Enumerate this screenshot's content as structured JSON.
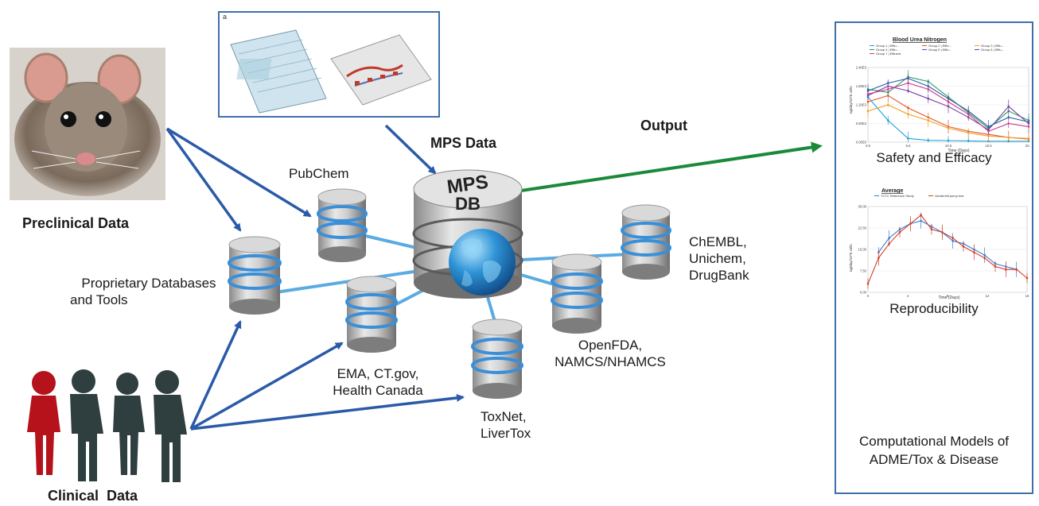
{
  "labels": {
    "preclinical": "Preclinical Data",
    "clinical": "Clinical  Data",
    "mps_data": "MPS Data",
    "output": "Output",
    "pubchem": "PubChem",
    "proprietary": [
      "Proprietary Databases",
      "and Tools"
    ],
    "ema": [
      "EMA, CT.gov,",
      "Health Canada"
    ],
    "toxnet": [
      "ToxNet,",
      "LiverTox"
    ],
    "openfda": [
      "OpenFDA,",
      "NAMCS/NHAMCS"
    ],
    "chembl": [
      "ChEMBL,",
      "Unichem,",
      "DrugBank"
    ],
    "central_db": [
      "MPS",
      "DB"
    ],
    "device_tag": "a"
  },
  "output_panel": {
    "safety": {
      "caption": "Safety and Efficacy",
      "title": "Blood Urea Nitrogen",
      "legend": [
        "Group 1 | Efflu...",
        "Group 2 | Efflu...",
        "Group 3 | Efflu...",
        "Group 4 | Efflu...",
        "Group 5 | Efflu...",
        "Group 6 | Efflu...",
        "Group 7 | Effluent"
      ],
      "ylabel": "ng/day/10^6 cells",
      "xlabel": "Time (Days)",
      "yticks": [
        "2.40E3",
        "1.80E3",
        "1.20E3",
        "0.60E3",
        "0.00E0"
      ],
      "xticks": [
        "0.5",
        "5.5",
        "10.5",
        "15.5",
        "20.5"
      ]
    },
    "repro": {
      "caption": "Reproducibility",
      "title": "Average",
      "legend": [
        "TCTC Reference Study",
        "Vanderbilt pump test"
      ],
      "ylabel": "ng/day/10^6 cells",
      "xlabel": "Time (Days)",
      "yticks": [
        "30.00",
        "22.50",
        "15.00",
        "7.50",
        "0.00"
      ],
      "xticks": [
        "0",
        "4",
        "8",
        "12",
        "16"
      ]
    },
    "models": {
      "caption": [
        "Computational Models of",
        "ADME/Tox & Disease"
      ]
    }
  },
  "chart_data": [
    {
      "type": "line",
      "title": "Blood Urea Nitrogen",
      "xlabel": "Time (Days)",
      "ylabel": "ng/day/10^6 cells",
      "x": [
        0.5,
        3,
        5.5,
        8,
        10.5,
        13,
        15.5,
        18,
        20.5
      ],
      "ylim": [
        0,
        2400
      ],
      "series": [
        {
          "name": "Group 1 | Efflu...",
          "color": "#1f9fd8",
          "values": [
            1450,
            700,
            120,
            60,
            50,
            40,
            30,
            30,
            30
          ]
        },
        {
          "name": "Group 2 | Efflu...",
          "color": "#e0582a",
          "values": [
            1300,
            1500,
            1100,
            800,
            500,
            350,
            250,
            150,
            100
          ]
        },
        {
          "name": "Group 3 | Efflu...",
          "color": "#f2a02a",
          "values": [
            1000,
            1200,
            900,
            700,
            450,
            300,
            200,
            150,
            120
          ]
        },
        {
          "name": "Group 4 | Efflu...",
          "color": "#2a9c5a",
          "values": [
            1700,
            1600,
            2100,
            1950,
            1450,
            950,
            450,
            1000,
            700
          ]
        },
        {
          "name": "Group 5 | Efflu...",
          "color": "#7a3da8",
          "values": [
            1500,
            1800,
            1650,
            1400,
            1150,
            800,
            400,
            1150,
            600
          ]
        },
        {
          "name": "Group 6 | Efflu...",
          "color": "#2a5aa8",
          "values": [
            1650,
            1900,
            2050,
            1800,
            1400,
            1000,
            500,
            800,
            650
          ]
        },
        {
          "name": "Group 7 | Effluent",
          "color": "#c83a8a",
          "values": [
            1550,
            1700,
            1900,
            1700,
            1300,
            900,
            350,
            600,
            500
          ]
        }
      ]
    },
    {
      "type": "line",
      "title": "Average",
      "xlabel": "Time (Days)",
      "ylabel": "ng/day/10^6 cells",
      "x": [
        1,
        2,
        3,
        4,
        5,
        6,
        7,
        8,
        9,
        10,
        11,
        12,
        13,
        14,
        15,
        16
      ],
      "ylim": [
        0,
        30
      ],
      "series": [
        {
          "name": "TCTC Reference Study",
          "color": "#3a7ad0",
          "values": [
            null,
            14,
            19,
            22,
            24,
            25,
            23,
            21,
            18,
            17,
            15,
            13,
            10,
            9,
            8,
            null
          ]
        },
        {
          "name": "Vanderbilt pump test",
          "color": "#d0402a",
          "values": [
            3,
            12,
            17,
            21,
            24,
            27,
            22,
            21,
            19,
            16,
            14,
            12,
            9,
            8,
            8,
            5
          ]
        }
      ]
    }
  ]
}
